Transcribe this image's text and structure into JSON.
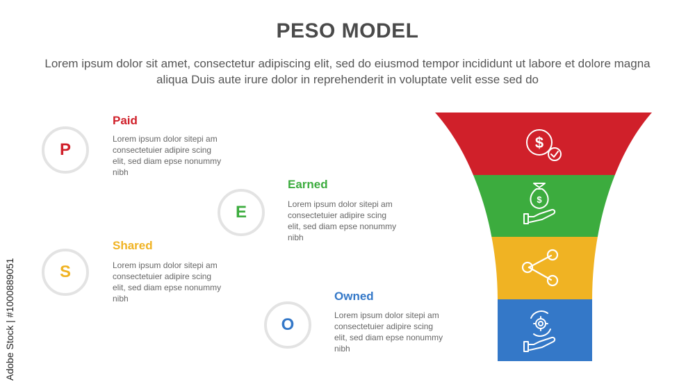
{
  "header": {
    "title": "PESO MODEL",
    "subtitle": "Lorem ipsum dolor sit amet, consectetur adipiscing elit, sed do eiusmod tempor incididunt ut labore et dolore magna aliqua Duis aute irure dolor in reprehenderit in voluptate velit esse sed do"
  },
  "watermark": "Adobe Stock | #1000889051",
  "items": [
    {
      "letter": "P",
      "title": "Paid",
      "text": "Lorem ipsum dolor sitepi am consectetuier adipire scing elit, sed diam epse nonummy nibh",
      "color": "#d0202a"
    },
    {
      "letter": "E",
      "title": "Earned",
      "text": "Lorem ipsum dolor sitepi am consectetuier adipire scing elit, sed diam epse nonummy nibh",
      "color": "#3cac3e"
    },
    {
      "letter": "S",
      "title": "Shared",
      "text": "Lorem ipsum dolor sitepi am consectetuier adipire scing elit, sed diam epse nonummy nibh",
      "color": "#f0b323"
    },
    {
      "letter": "O",
      "title": "Owned",
      "text": "Lorem ipsum dolor sitepi am consectetuier adipire scing elit, sed diam epse nonummy nibh",
      "color": "#3478c8"
    }
  ],
  "funnel": {
    "segments": [
      {
        "color": "#d0202a",
        "icon": "money-coin-check-icon"
      },
      {
        "color": "#3cac3e",
        "icon": "money-bag-hand-icon"
      },
      {
        "color": "#f0b323",
        "icon": "share-icon"
      },
      {
        "color": "#3478c8",
        "icon": "gear-cycle-hand-icon"
      }
    ]
  }
}
